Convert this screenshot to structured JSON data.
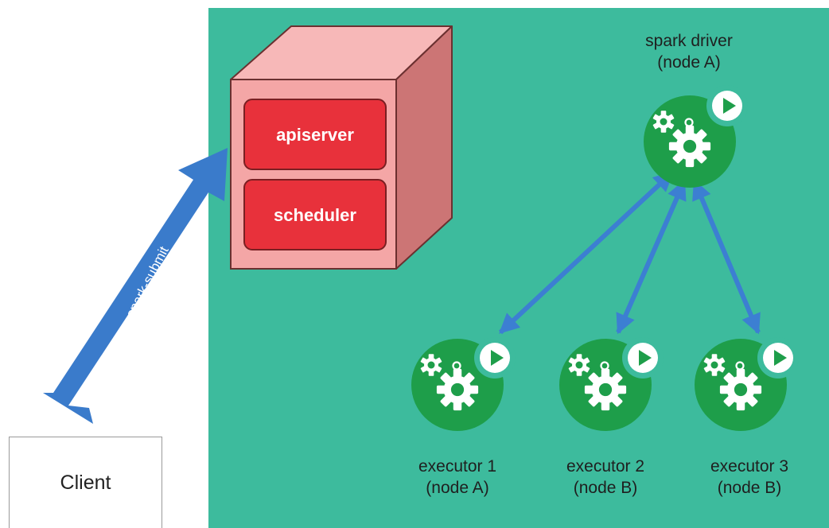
{
  "client": {
    "label": "Client"
  },
  "submit_arrow": {
    "label": "spark-submit"
  },
  "control_plane": {
    "components": [
      "apiserver",
      "scheduler"
    ]
  },
  "driver": {
    "name": "spark driver",
    "node": "(node A)"
  },
  "executors": [
    {
      "name": "executor 1",
      "node": "(node A)"
    },
    {
      "name": "executor 2",
      "node": "(node B)"
    },
    {
      "name": "executor 3",
      "node": "(node B)"
    }
  ],
  "colors": {
    "cluster_background": "#3dbb9d",
    "pod": "#1e9e4a",
    "arrow": "#3c7fd2",
    "control_plane_box": "#f4a6a6",
    "component": "#e8313b"
  }
}
